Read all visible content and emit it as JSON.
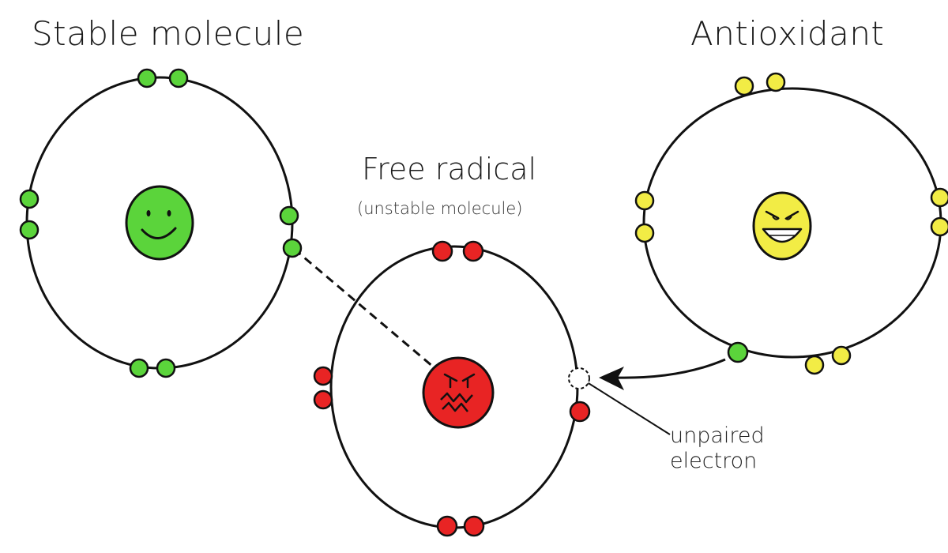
{
  "labels": {
    "stable_molecule": "Stable molecule",
    "antioxidant": "Antioxidant",
    "free_radical": "Free radical",
    "free_radical_sub": "(unstable molecule)",
    "unpaired_line1": "unpaired",
    "unpaired_line2": "electron"
  },
  "colors": {
    "stable": "#5bd43b",
    "radical": "#e82424",
    "antioxidant": "#f2ec45",
    "outline": "#111111"
  },
  "icons": {
    "stable_nucleus": "smiling-face-icon",
    "radical_nucleus": "angry-face-icon",
    "antioxidant_nucleus": "grinning-face-icon"
  }
}
